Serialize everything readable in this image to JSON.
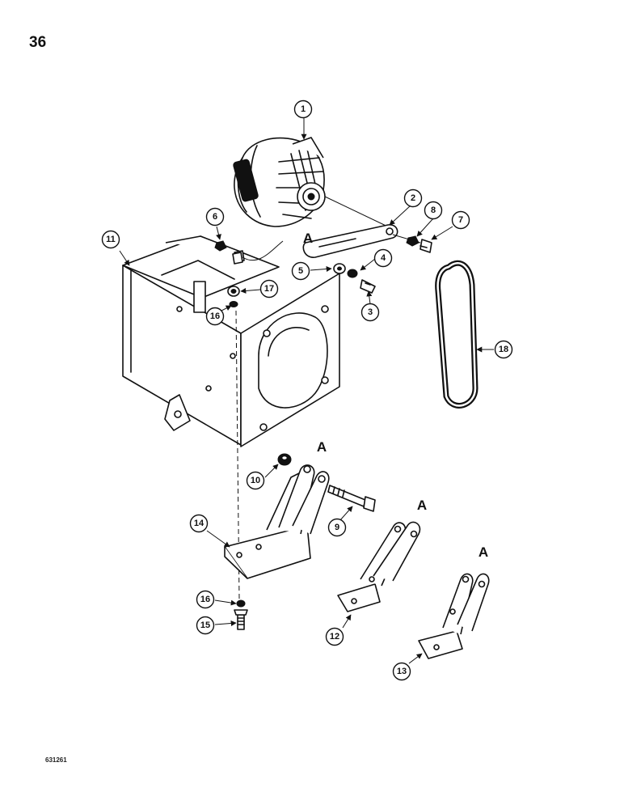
{
  "page": {
    "number": "36",
    "figure_code": "631261"
  },
  "reference_letter": "A",
  "callouts": [
    "1",
    "2",
    "3",
    "4",
    "5",
    "6",
    "7",
    "8",
    "9",
    "10",
    "11",
    "12",
    "13",
    "14",
    "15",
    "16",
    "16",
    "17",
    "18"
  ],
  "colors": {
    "ink": "#111111",
    "paper": "#ffffff"
  }
}
